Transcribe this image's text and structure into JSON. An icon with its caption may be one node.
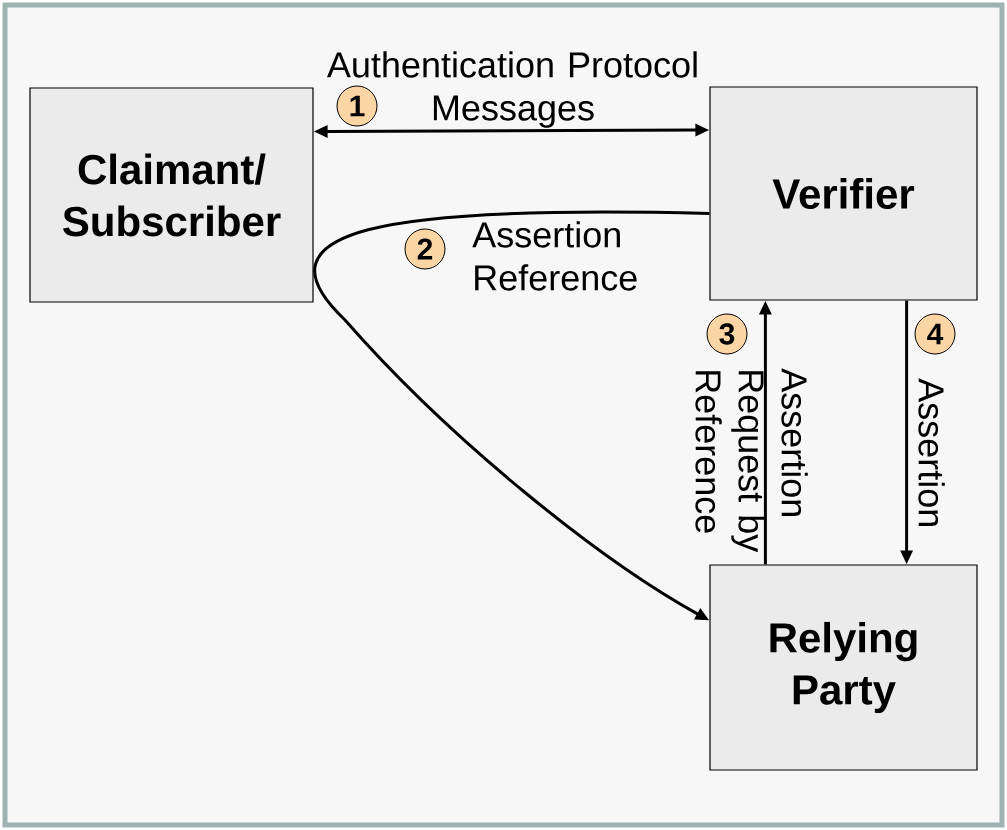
{
  "diagram": {
    "nodes": [
      {
        "text": [
          "Claimant/ Subscriber"
        ]
      },
      {
        "text": [
          "Verifier"
        ]
      },
      {
        "text": [
          "Relying Party"
        ]
      }
    ],
    "edges": [
      {
        "from": 0,
        "to": 1,
        "arrow": "both",
        "label": "Authentication Protocol Messages"
      },
      {
        "from": 1,
        "to": 2,
        "arrow": "to",
        "label": "Assertion Reference"
      },
      {
        "from": 2,
        "to": 1,
        "arrow": "to",
        "label": "Assertion Request by Reference"
      },
      {
        "from": 1,
        "to": 2,
        "arrow": "to",
        "label": "Assertion"
      }
    ],
    "labels": [
      "1",
      "2",
      "3",
      "4"
    ]
  }
}
